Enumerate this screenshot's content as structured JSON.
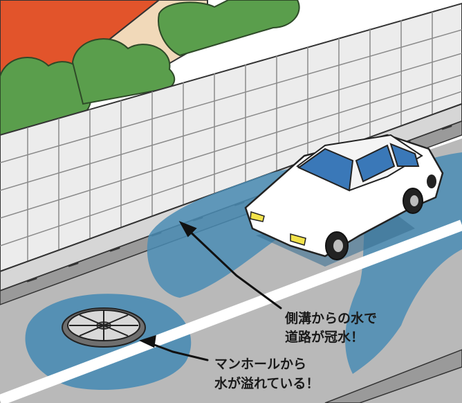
{
  "annotations": {
    "gutter_overflow": {
      "line1": "側溝からの水で",
      "line2": "道路が冠水！"
    },
    "manhole_overflow": {
      "line1": "マンホールから",
      "line2": "水が溢れている！"
    }
  },
  "colors": {
    "roof": "#e2542b",
    "tree": "#5a9e4c",
    "wall": "#ececec",
    "road": "#b9b9b9",
    "flood_water": "#4a8cb4",
    "car_body": "#ffffff",
    "car_window": "#3a78b8",
    "lane_line": "#ffffff"
  }
}
